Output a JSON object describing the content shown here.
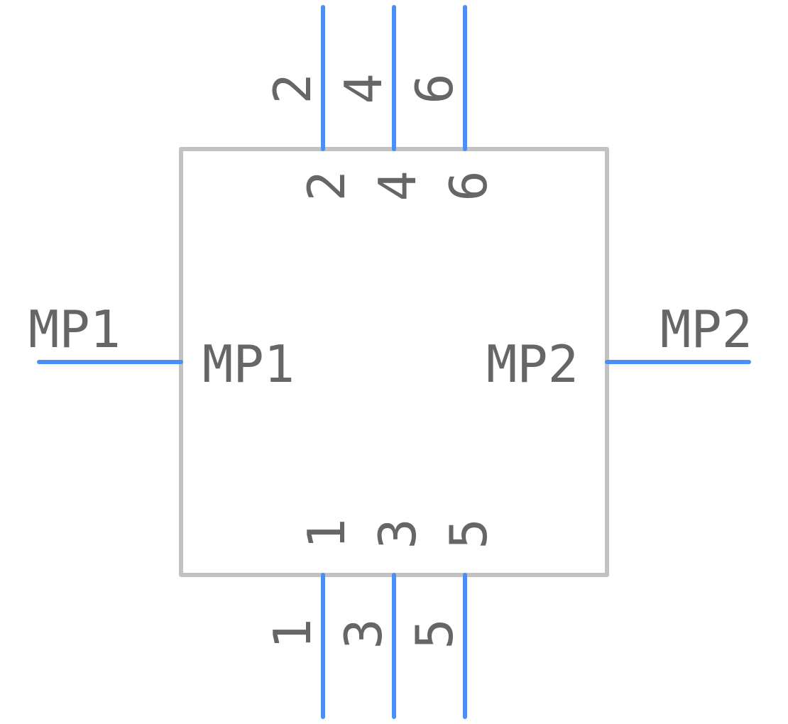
{
  "colors": {
    "pin": "#4a8ff7",
    "body": "#c2c2c2",
    "text": "#666666",
    "background": "#ffffff"
  },
  "component": {
    "top_pins": [
      {
        "pin": "2",
        "name": "2"
      },
      {
        "pin": "4",
        "name": "4"
      },
      {
        "pin": "6",
        "name": "6"
      }
    ],
    "bottom_pins": [
      {
        "pin": "1",
        "name": "1"
      },
      {
        "pin": "3",
        "name": "3"
      },
      {
        "pin": "5",
        "name": "5"
      }
    ],
    "left_pin": {
      "pin": "MP1",
      "name": "MP1"
    },
    "right_pin": {
      "pin": "MP2",
      "name": "MP2"
    }
  }
}
